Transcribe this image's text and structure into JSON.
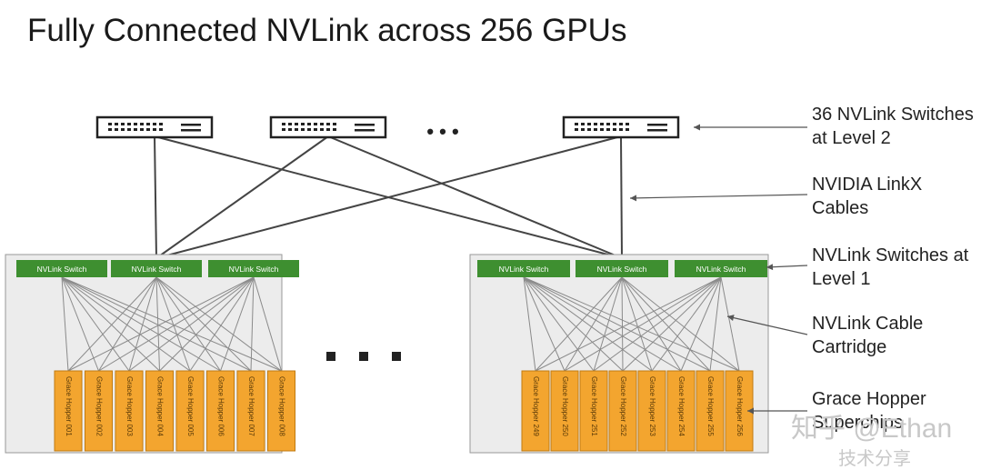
{
  "title": "Fully Connected NVLink across 256 GPUs",
  "ellipsis": "• • •",
  "labels": {
    "level2_line1": "36 NVLink Switches",
    "level2_line2": "at Level 2",
    "cables_line1": "NVIDIA LinkX",
    "cables_line2": "Cables",
    "level1_line1": "NVLink Switches at",
    "level1_line2": "Level 1",
    "cartridge_line1": "NVLink Cable",
    "cartridge_line2": "Cartridge",
    "superchip_line1": "Grace Hopper",
    "superchip_line2": "Superchips"
  },
  "trays": [
    {
      "switches": [
        "NVLink Switch",
        "NVLink Switch",
        "NVLink Switch"
      ],
      "gpus": [
        "Grace Hopper 001",
        "Grace Hopper 002",
        "Grace Hopper 003",
        "Grace Hopper 004",
        "Grace Hopper 005",
        "Grace Hopper 006",
        "Grace Hopper 007",
        "Grace Hopper 008"
      ]
    },
    {
      "switches": [
        "NVLink Switch",
        "NVLink Switch",
        "NVLink Switch"
      ],
      "gpus": [
        "Grace Hopper 249",
        "Grace Hopper 250",
        "Grace Hopper 251",
        "Grace Hopper 252",
        "Grace Hopper 253",
        "Grace Hopper 254",
        "Grace Hopper 255",
        "Grace Hopper 256"
      ]
    }
  ],
  "watermark": {
    "line1": "知乎 @Ethan",
    "line2": "技术分享"
  },
  "colors": {
    "switch_green": "#3e8f30",
    "gpu_orange": "#f3a52f",
    "tray_bg": "#ececec"
  }
}
